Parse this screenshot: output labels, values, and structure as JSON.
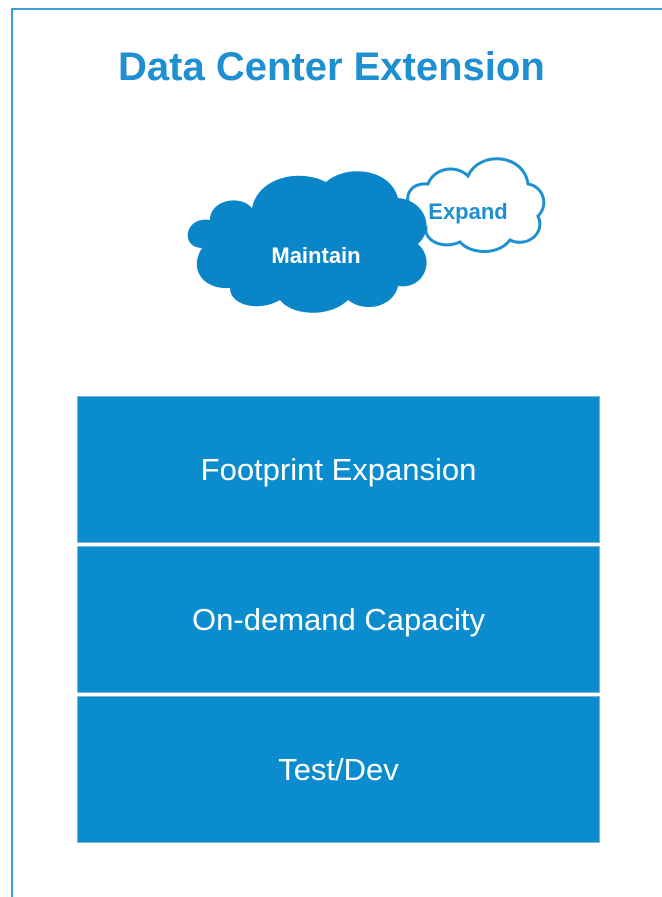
{
  "title": "Data Center Extension",
  "clouds": {
    "main_label": "Maintain",
    "secondary_label": "Expand"
  },
  "stack": [
    {
      "label": "Footprint Expansion"
    },
    {
      "label": "On-demand Capacity"
    },
    {
      "label": "Test/Dev"
    }
  ],
  "colors": {
    "accent": "#1e8fd0",
    "block_fill": "#0b8ccf",
    "cloud_fill": "#0a86c8",
    "frame": "#3aa0d8"
  }
}
